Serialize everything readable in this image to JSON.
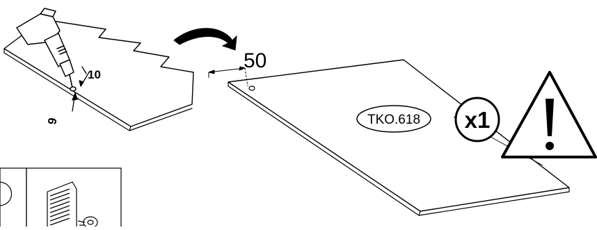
{
  "drill_step": {
    "depth_label": "10",
    "diameter_label": "9"
  },
  "panel": {
    "offset_label": "50",
    "part_code": "TKO.618"
  },
  "quantity": {
    "label": "x1"
  },
  "colors": {
    "line": "#000000",
    "background": "#ffffff"
  },
  "icons": [
    "drill-icon",
    "curved-arrow-icon",
    "warning-triangle-icon",
    "screw-icon"
  ]
}
